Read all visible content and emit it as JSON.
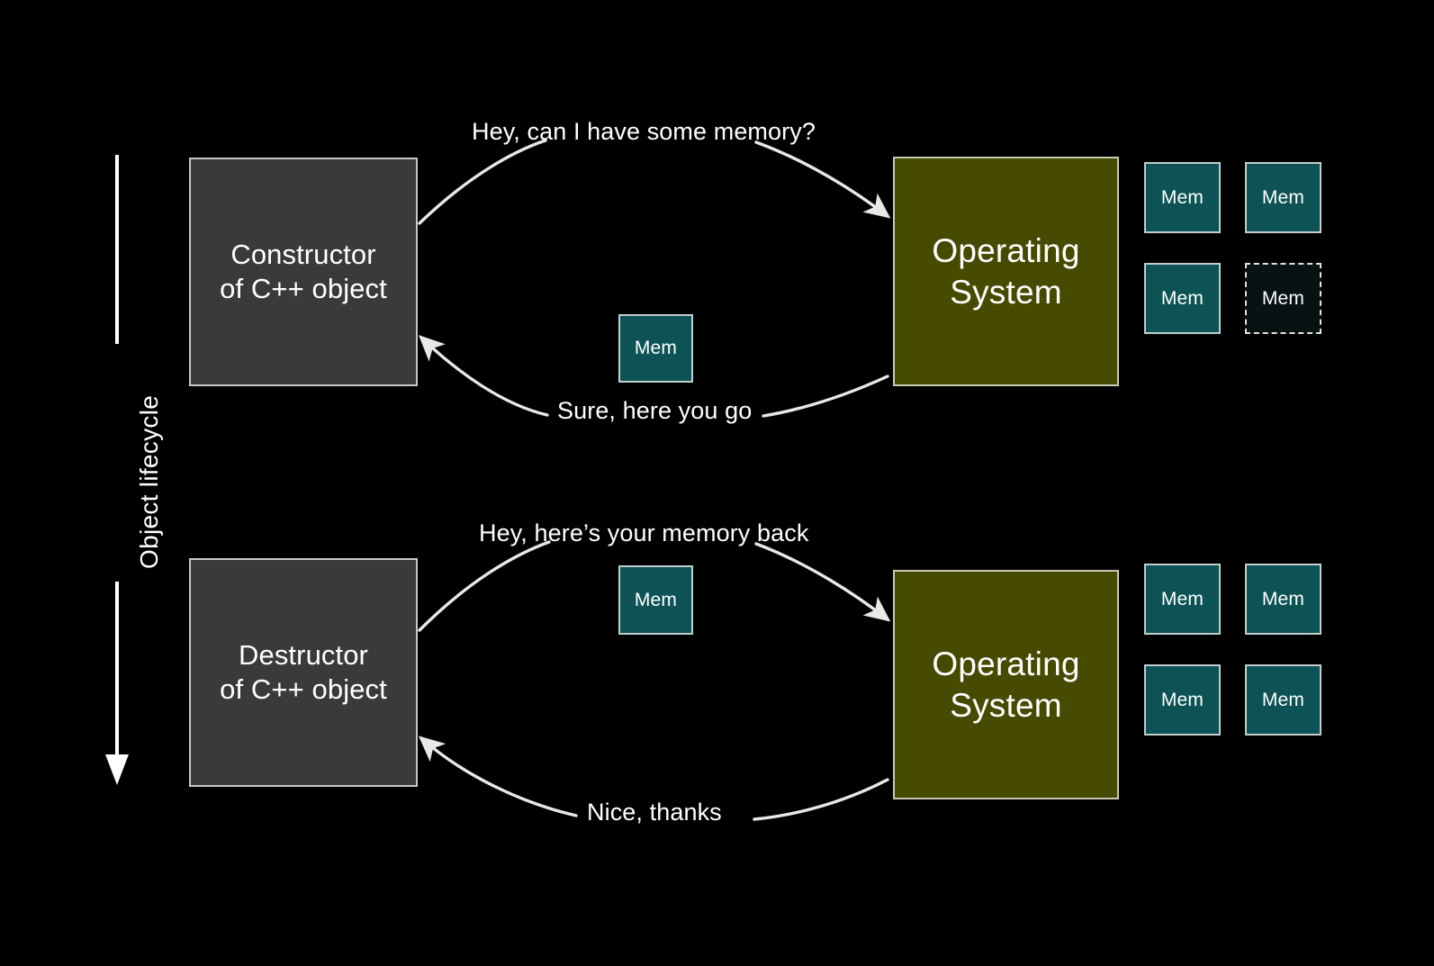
{
  "slide": {
    "background_color": "#000000",
    "lifecycle_axis": {
      "label": "Object lifecycle",
      "direction": "downward"
    },
    "colors": {
      "background": "#000000",
      "actor_box_fill": "#3a3a38",
      "actor_box_border": "#c9c9c4",
      "os_box_fill": "#464b01",
      "os_box_border": "#c9c9b4",
      "memory_fill": "#0d5355",
      "memory_border": "#c2cecd",
      "memory_empty_fill": "#071213",
      "memory_empty_border": "#e2e2e2",
      "text": "#ffffff",
      "arrow": "#e8e8e8"
    },
    "phases": [
      {
        "id": "construction",
        "actor": {
          "line1": "Constructor",
          "line2": "of C++ object"
        },
        "os": {
          "line1": "Operating",
          "line2": "System"
        },
        "request_caption": "Hey, can I have some memory?",
        "response_caption": "Sure, here you go",
        "transferred_memory_label": "Mem",
        "memory_pool": [
          {
            "label": "Mem",
            "state": "allocated"
          },
          {
            "label": "Mem",
            "state": "allocated"
          },
          {
            "label": "Mem",
            "state": "allocated"
          },
          {
            "label": "Mem",
            "state": "free"
          }
        ]
      },
      {
        "id": "destruction",
        "actor": {
          "line1": "Destructor",
          "line2": "of C++ object"
        },
        "os": {
          "line1": "Operating",
          "line2": "System"
        },
        "request_caption": "Hey, here’s your memory back",
        "response_caption": "Nice, thanks",
        "transferred_memory_label": "Mem",
        "memory_pool": [
          {
            "label": "Mem",
            "state": "allocated"
          },
          {
            "label": "Mem",
            "state": "allocated"
          },
          {
            "label": "Mem",
            "state": "allocated"
          },
          {
            "label": "Mem",
            "state": "allocated"
          }
        ]
      }
    ]
  }
}
